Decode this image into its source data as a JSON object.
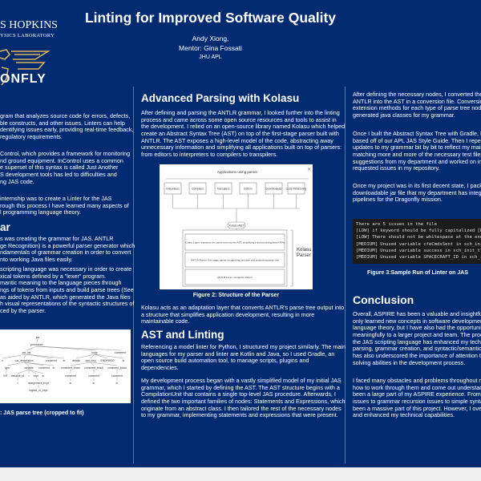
{
  "header": {
    "title": "Linting for Improved Software Quality",
    "author": "Andy Xiong,",
    "mentor": "Mentor: Gina Fossati",
    "org": "JHU APL",
    "logo_text": [
      "S HOPKINS",
      "YSICS LABORATORY",
      "ONFLY"
    ],
    "logo_color": "#d9b35a"
  },
  "colors": {
    "background": "#012b70",
    "page_bg": "#efefef",
    "terminal_bg": "#1c1c1c"
  },
  "left": {
    "intro": [
      "gram that analyzes source code for errors, defects,",
      "ble constructs, and other issues. Linters can help",
      "dentifying issues early, providing real-time feedback,",
      "regulatory requirements."
    ],
    "incontrol": [
      "Control, which provides a framework for monitoring",
      "nd ground equipment. InControl uses a common",
      "e superset of this syntax is called Just Another",
      "S development tools has led to difficulties and",
      "ng JAS code."
    ],
    "goal": [
      "internship was to create a Linter for the JAS",
      "rough this process I have learned many aspects of",
      "l programming language theory."
    ],
    "heading": "ar",
    "antlr": [
      "s was creating the grammar for JAS. ANTLR",
      "ge Recognition) is a powerful parser generator which",
      "ndamentals of grammar creation in order to convert",
      "nto working Java files easily."
    ],
    "lexer": [
      "scripting language was necessary in order to create",
      "xical tokens defined by a \"lexer\" program.",
      "mantic meaning to the language pieces through",
      "ngs of tokens from inputs and build parse trees (See",
      "as aided by ANTLR, which generated the Java files",
      "h visual representations of the syntactic structures of",
      "ced by the parser."
    ],
    "figure1_caption": ": JAS parse tree (cropped to fit)",
    "tree_nodes": [
      "jas",
      "procedure",
      "var_list",
      "body",
      "comment",
      "s",
      "var_declaration",
      "comment",
      "ln",
      "details",
      "stat_decl",
      "ENDPROC",
      "ln",
      "type",
      "variable",
      "comment",
      "ln",
      "comment_block",
      "comment_block",
      "comment_block",
      "INT",
      "variable_id",
      "=",
      "expr",
      "ln",
      "comment",
      "comment",
      "comment",
      "I",
      "assignment_expr",
      "ln",
      "ln",
      "ln",
      "logical_or_expr"
    ]
  },
  "middle": {
    "heading1": "Advanced Parsing with Kolasu",
    "para1": [
      "After defining and parsing the ANTLR grammar, I looked further into the linting",
      "process and came across some open source resources and tools to assist in",
      "the development. I relied on an open-source library named Kolasu which helped",
      "create an Abstract Syntax Tree (AST) on top of the first-stage parser built with",
      "ANTLR. The AST exposes a high-level model of the code, abstracting away",
      "unnecessary information and simplifying all applications built on top of parsers:",
      "from editors to interpreters to compilers to transpilers."
    ],
    "figure2": {
      "top_label": "Applications using parser",
      "apps": [
        "Interpreters",
        "Compilers",
        "Transpilers",
        "Editors",
        "Code Analysis",
        "Code Refactoring"
      ],
      "ast": "Kolasu AST",
      "layers": [
        "Kolasu Layer: transform the parse tree into the AST, simplifying it and providing better APIs",
        "ANTLR Parser: first stage parser recognizing structure and producting parse tree",
        "ANTLR Lexer: recognize tokens"
      ],
      "bracket_label": "Kolasu Parser",
      "caption": "Figure 2: Structure of the Parser"
    },
    "para2": [
      "Kolasu acts as an adaptation layer that converts ANTLR's parse tree output into",
      "a structure that simplifies application development, resulting in more",
      "maintainable code."
    ],
    "heading2": "AST and Linting",
    "para3": [
      "Referencing a model linter for Python, I structured my project similarly. The main",
      "languages for my parser and linter are Kotlin and Java, so I used Gradle, an",
      "open source build automation tool, to manage scripts, plugins and",
      "dependencies."
    ],
    "para4": [
      "My development process began with a vastly simplified model of my initial JAS",
      "grammar, which I started by defining the AST. The AST structure begins with a",
      "CompilationUnit that contains a single top-level JAS procedure. Afterwards, I",
      "defined the two important families of nodes: Statements and Expressions, which",
      "originate from an abstract class. I then tailored the rest of the necessary nodes",
      "to my grammar, implementing statements and expressions that were present."
    ]
  },
  "right": {
    "para1": [
      "After defining the necessary nodes, I converted the p",
      "ANTLR into the AST in a conversion file. Conversion",
      "extension methods for each type of parse tree node",
      "generated java classes for my grammar."
    ],
    "para2": [
      "Once I built the Abstract Syntax Tree with Gradle, I i",
      "based off of our APL JAS Style Guide. Then I repeat",
      "updates to my grammar bit by bit to reflect my main",
      "matching more and more of the necessary test files.",
      "suggestions from my department and worked on imp",
      "requested issues in my repository."
    ],
    "para3": [
      "Once my project was in its first decent state, I packa",
      "downloadable jar file that my department has integra",
      "pipelines for the Dragonfly mission."
    ],
    "terminal": [
      "There are 5 issues in the file",
      "[LOW] if keyword should be fully capitalized [Line",
      "[LOW] There should not be whitespace at the end of",
      "[MEDIUM] Unused variable cfeCmdsSent in sch_init_t",
      "[MEDIUM] Unused variable success in sch_init_tlm_t",
      "[MEDIUM] Unused variable SPACECRAFT_ID in sch_init"
    ],
    "figure3_caption": "Figure 3:Sample Run of Linter on JAS",
    "heading": "Conclusion",
    "para4": [
      "Overall, ASPIRE has been a valuable and insightful",
      "only learned new concepts in software development",
      "language theory, but I have also had the opportunity",
      "meaningfully to a larger project and team. The proce",
      "the JAS scripting language has enhanced my techni",
      "parsing, grammar creation, and syntactic/semantic a",
      "has also underscored the importance of attention to",
      "solving abilities in the development process."
    ],
    "para5": [
      "I faced many obstacles and problems throughout my",
      "how to work through them and come out understand",
      "been a large part of my ASPIRE experience. From C",
      "issues to grammar recursion issues to simple syntax",
      "been a massive part of this project. However, I overc",
      "and enhanced my technical capabilities."
    ]
  }
}
